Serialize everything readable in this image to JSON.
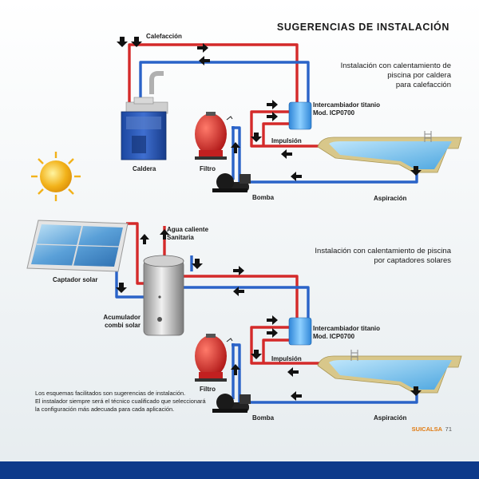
{
  "header": {
    "title": "SUGERENCIAS DE INSTALACIÓN"
  },
  "diagram1": {
    "caption": [
      "Instalación con calentamiento de",
      "piscina por caldera",
      "para calefacción"
    ],
    "labels": {
      "calefaccion": "Calefacción",
      "caldera": "Caldera",
      "filtro": "Filtro",
      "bomba": "Bomba",
      "impulsion": "Impulsión",
      "aspiracion": "Aspiración",
      "intercambiador": [
        "Intercambiador  titanio",
        "Mod. ICP0700"
      ]
    }
  },
  "diagram2": {
    "caption": [
      "Instalación con calentamiento de piscina",
      "por captadores solares"
    ],
    "labels": {
      "agua": [
        "Agua caliente",
        "Sanitaria"
      ],
      "captador": "Captador solar",
      "acumulador": [
        "Acumulador",
        "combi solar"
      ],
      "filtro": "Filtro",
      "bomba": "Bomba",
      "impulsion": "Impulsión",
      "aspiracion": "Aspiración",
      "intercambiador": [
        "Intercambiador  titanio",
        "Mod. ICP0700"
      ]
    }
  },
  "footnote": [
    "Los esquemas facilitados son sugerencias de instalación.",
    "El instalador siempre será el técnico cualificado que seleccionará",
    "la configuración más adecuada para cada aplicación."
  ],
  "footer": {
    "brand": "SUICALSA",
    "page": "71"
  },
  "colors": {
    "hot": "#d42a2a",
    "cold": "#2a63c8",
    "band": "#0d3a8a",
    "brand": "#e07a10"
  }
}
